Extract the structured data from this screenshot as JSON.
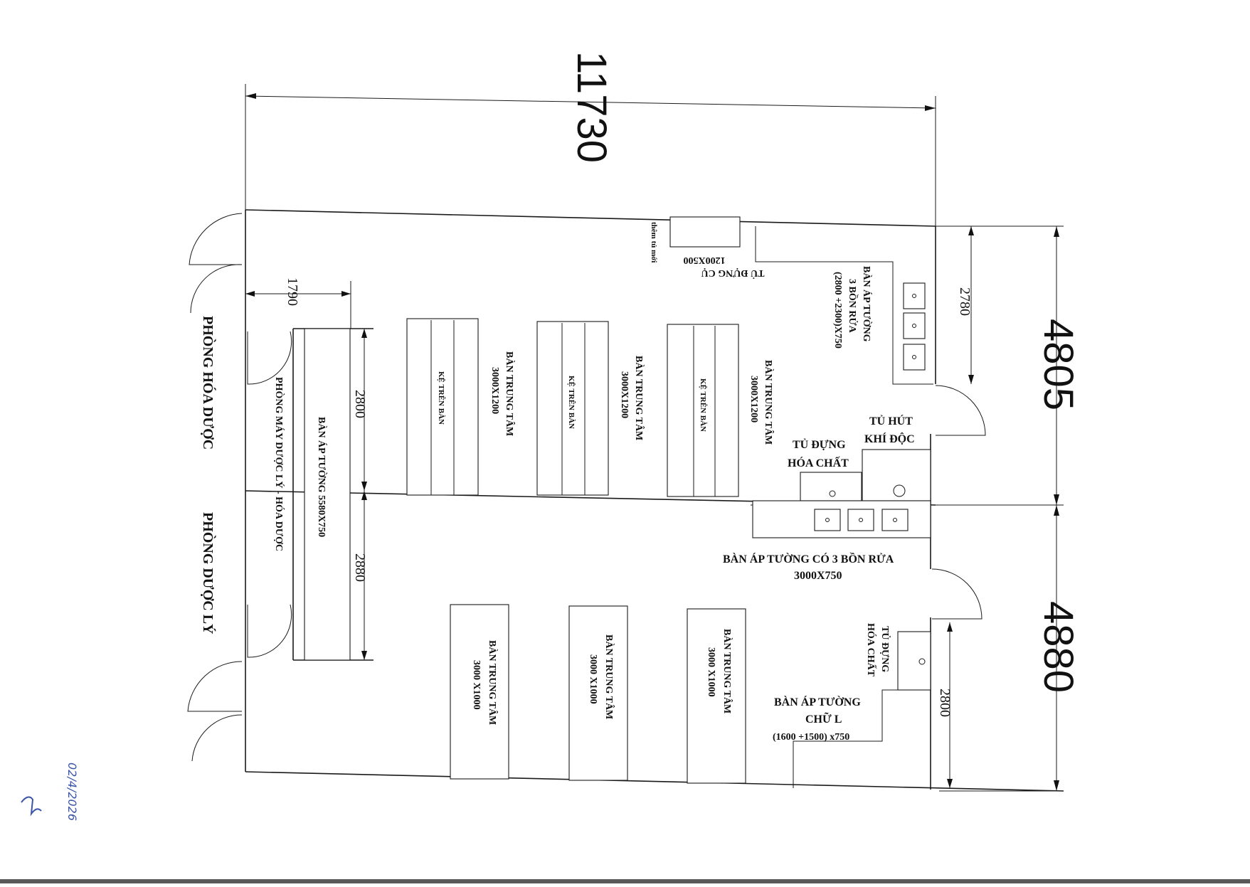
{
  "dimensions": {
    "total_length": "11730",
    "room1_width": "4805",
    "room2_width": "4880",
    "wall_sink_depth": "2780",
    "lshape_depth": "2800",
    "bench_left_a": "2800",
    "bench_left_b": "2880",
    "machine_room_depth": "1790"
  },
  "rooms": {
    "room1": "PHÒNG HÓA DƯỢC",
    "room2": "PHÒNG DƯỢC LÝ",
    "machine_room": "PHÒNG MÁY DƯỢC LÝ - HÓA DƯỢC"
  },
  "furniture": {
    "wall_bench_long": "BÀN ÁP TƯỜNG 5580X750",
    "center_bench_1200": {
      "name": "BÀN TRUNG TÂM",
      "size": "3000X1200"
    },
    "shelf_on_bench": "KỆ TRÊN BÀN",
    "center_bench_1000": {
      "name": "BÀN TRUNG TÂM",
      "size": "3000 X1000"
    },
    "tool_cabinet": {
      "name": "TỦ ĐỰNG CỤ",
      "size": "1200X500",
      "note": "thêm tủ mới"
    },
    "wall_bench_3_sinks_top": {
      "line1": "BÀN ÁP TƯỜNG",
      "line2": "3 BỒN RỬA",
      "line3": "(2800 +2300)X750"
    },
    "fume_hood": {
      "line1": "TỦ HÚT",
      "line2": "KHÍ ĐỘC"
    },
    "chem_cabinet": {
      "line1": "TỦ ĐỰNG",
      "line2": "HÓA CHẤT"
    },
    "wall_bench_3_sinks_mid": {
      "line1": "BÀN ÁP TƯỜNG CÓ 3 BỒN RỬA",
      "line2": "3000X750"
    },
    "chem_cabinet_2": {
      "line1": "TỦ ĐỰNG",
      "line2": "HÓA CHẤT"
    },
    "lshape_bench": {
      "line1": "BÀN ÁP TƯỜNG",
      "line2": "CHỮ L",
      "line3": "(1600 +1500) x750"
    }
  },
  "handwritten_date": "02/4/2026",
  "colors": {
    "line": "#1a1a1a",
    "ink": "#3a55a8",
    "paper": "#ffffff"
  }
}
